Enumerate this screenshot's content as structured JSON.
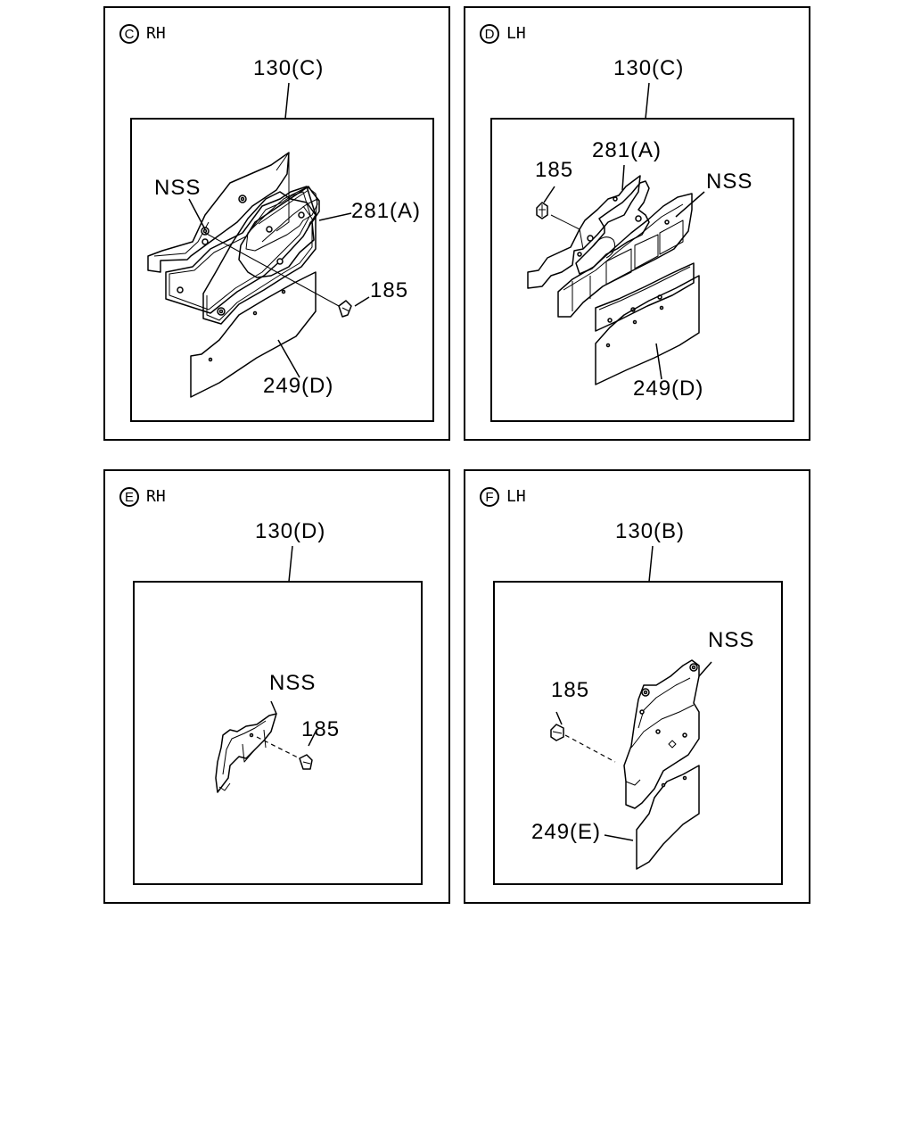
{
  "panels": [
    {
      "view_letter": "C",
      "side": "RH",
      "assembly_label": "130(C)",
      "callouts": {
        "nss": "NSS",
        "bracket": "281(A)",
        "bolt": "185",
        "shield": "249(D)"
      }
    },
    {
      "view_letter": "D",
      "side": "LH",
      "assembly_label": "130(C)",
      "callouts": {
        "nss": "NSS",
        "bracket": "281(A)",
        "bolt": "185",
        "shield": "249(D)"
      }
    },
    {
      "view_letter": "E",
      "side": "RH",
      "assembly_label": "130(D)",
      "callouts": {
        "nss": "NSS",
        "bolt": "185"
      }
    },
    {
      "view_letter": "F",
      "side": "LH",
      "assembly_label": "130(B)",
      "callouts": {
        "nss": "NSS",
        "bolt": "185",
        "shield": "249(E)"
      }
    }
  ]
}
